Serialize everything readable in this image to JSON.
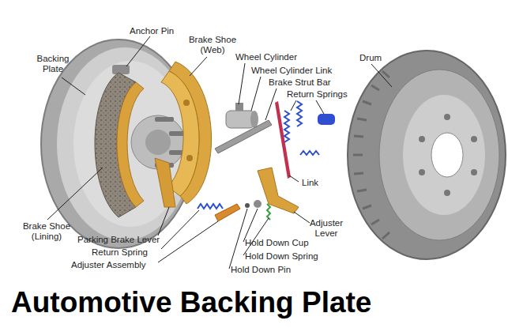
{
  "diagram": {
    "title": "Automotive Backing Plate",
    "labels": [
      "Anchor Pin",
      "Brake Shoe (Web)",
      "Backing Plate",
      "Wheel Cylinder",
      "Wheel Cylinder Link",
      "Brake Strut Bar",
      "Return Springs",
      "Drum",
      "Link",
      "Brake Shoe (Lining)",
      "Parking Brake Lever",
      "Return Spring",
      "Adjuster Assembly",
      "Adjuster Lever",
      "Hold Down Cup",
      "Hold Down Spring",
      "Hold Down Pin"
    ]
  }
}
